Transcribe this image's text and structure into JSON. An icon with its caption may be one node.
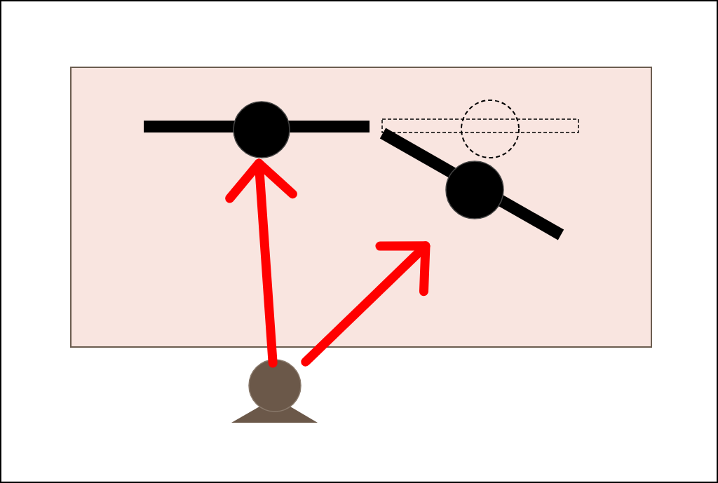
{
  "diagram": {
    "nodes": [
      {
        "text": [],
        "shape": "box"
      },
      {
        "text": [],
        "shape": "bar",
        "in": 0
      },
      {
        "text": [],
        "shape": "bar",
        "in": 0
      },
      {
        "text": [],
        "shape": "bar",
        "in": 0
      },
      {
        "text": [],
        "shape": "person"
      }
    ],
    "edges": [
      {
        "from": 4,
        "to": 1,
        "arrow": "to"
      },
      {
        "from": 4,
        "to": 3,
        "arrow": "to"
      }
    ]
  }
}
